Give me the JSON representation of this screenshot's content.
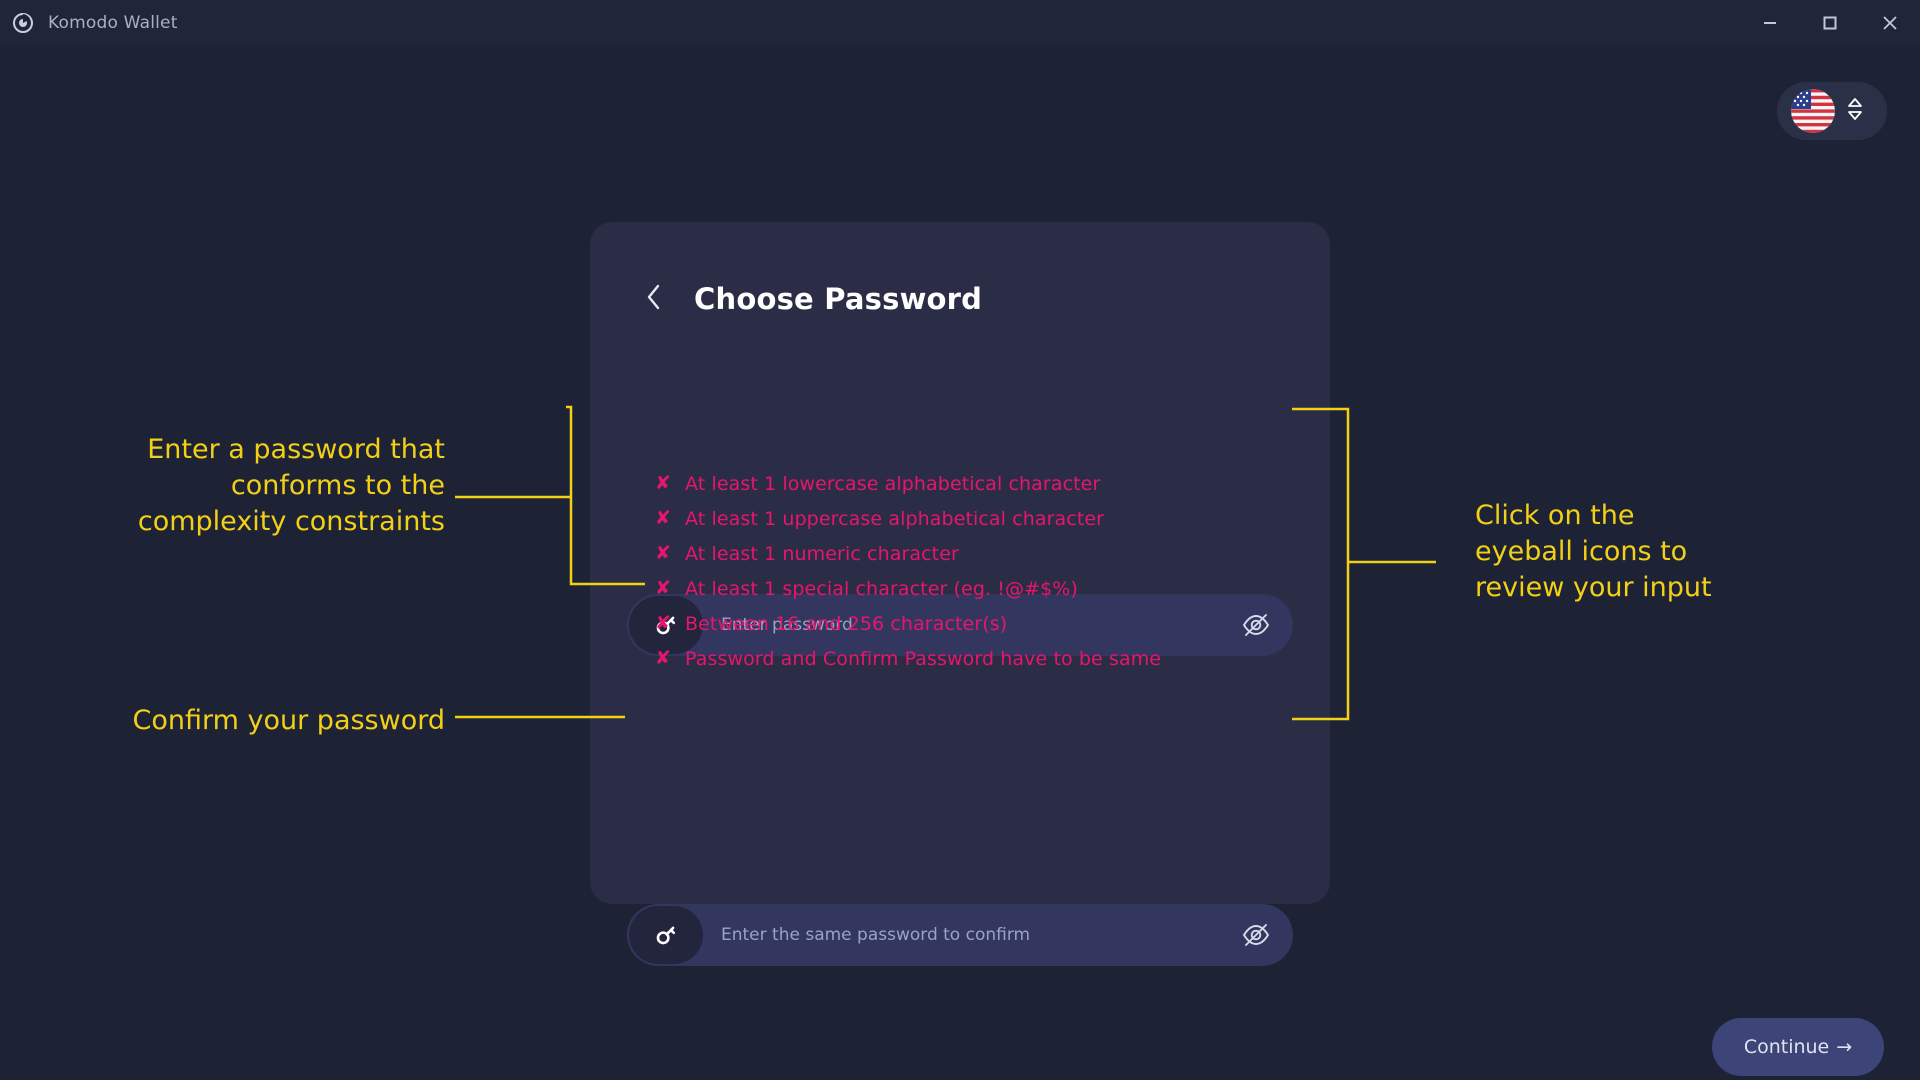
{
  "window": {
    "app_icon": "komodo-logo-icon",
    "title": "Komodo Wallet",
    "controls": {
      "minimize": "minimize-icon",
      "maximize": "maximize-icon",
      "close": "close-icon"
    }
  },
  "language_selector": {
    "flag": "us-flag-icon",
    "chevron": "chevron-up-down-icon"
  },
  "card": {
    "back_icon": "chevron-left-icon",
    "title": "Choose Password",
    "password_field": {
      "icon": "key-icon",
      "placeholder": "Enter password",
      "value": "",
      "toggle_icon": "eye-off-icon"
    },
    "confirm_field": {
      "icon": "key-icon",
      "placeholder": "Enter the same password to confirm",
      "value": "",
      "toggle_icon": "eye-off-icon"
    },
    "validation_rules": [
      {
        "status": "fail",
        "marker": "✘",
        "text": "At least 1 lowercase alphabetical character"
      },
      {
        "status": "fail",
        "marker": "✘",
        "text": "At least 1 uppercase alphabetical character"
      },
      {
        "status": "fail",
        "marker": "✘",
        "text": "At least 1 numeric character"
      },
      {
        "status": "fail",
        "marker": "✘",
        "text": "At least 1 special character (eg. !@#$%)"
      },
      {
        "status": "fail",
        "marker": "✘",
        "text": "Between 16 and 256 character(s)"
      },
      {
        "status": "fail",
        "marker": "✘",
        "text": "Password and Confirm Password have to be same"
      }
    ],
    "continue_button": {
      "label": "Continue",
      "arrow": "→"
    }
  },
  "annotations": {
    "password": "Enter a password that\nconforms to the\ncomplexity constraints",
    "confirm": "Confirm your password",
    "eyeball": "Click on the\neyeball icons to\nreview your input"
  },
  "colors": {
    "page_background": "#1e2235",
    "titlebar": "#212539",
    "card": "#2a2d45",
    "input": "#333760",
    "input_icon_box": "#22253c",
    "error_pink": "#e8156c",
    "annotation_yellow": "#f2d016",
    "continue_button": "#3c4478",
    "lang_pill": "#2b3049"
  }
}
